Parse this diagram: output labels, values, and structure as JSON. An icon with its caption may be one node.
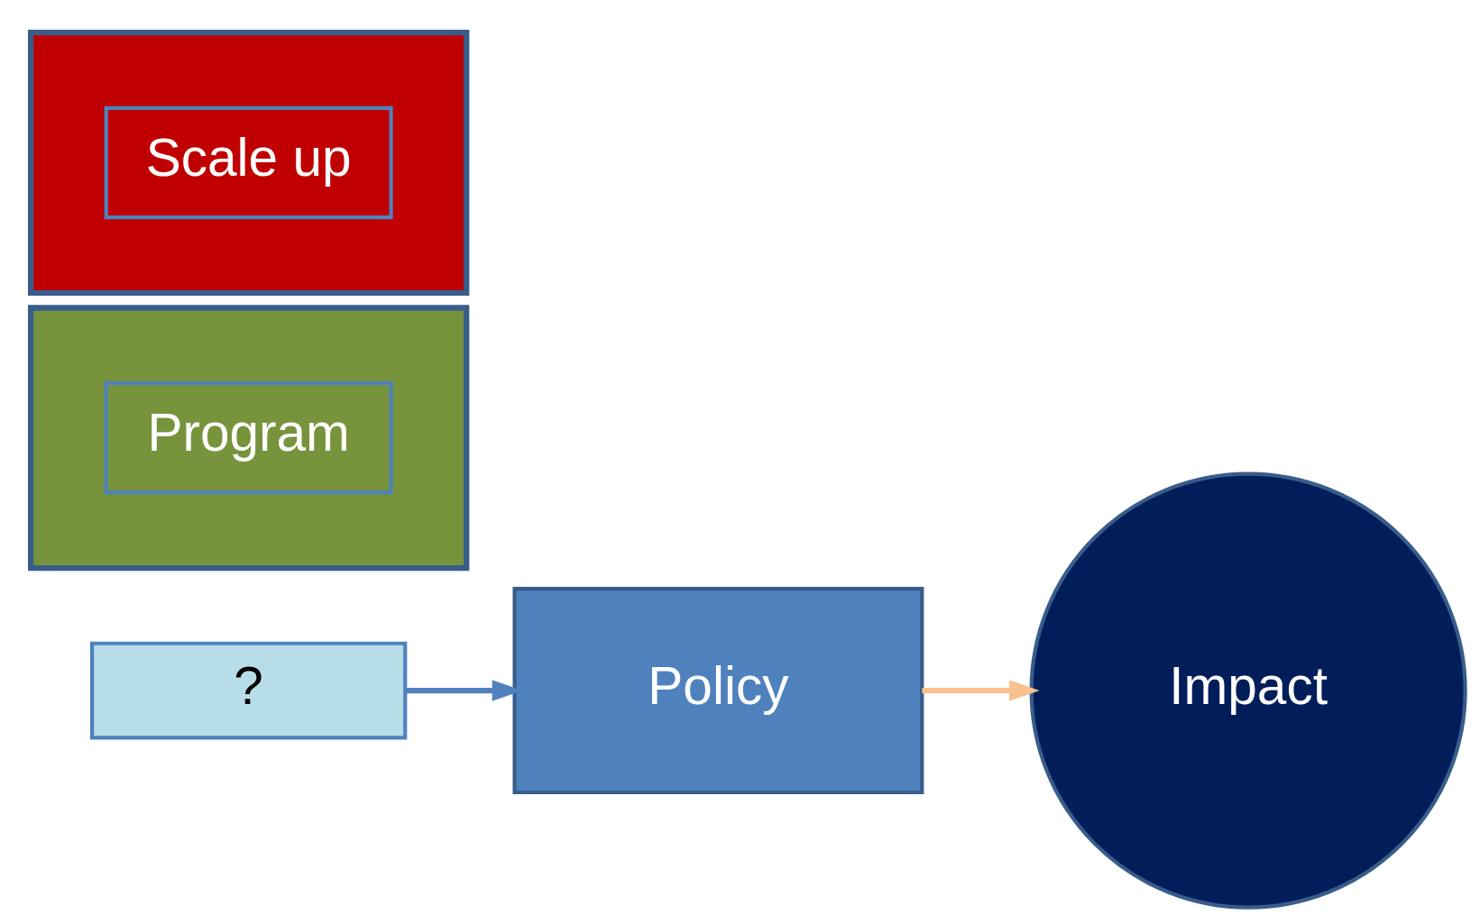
{
  "diagram": {
    "nodes": [
      {
        "text": [
          "?"
        ]
      },
      {
        "text": [
          "Policy"
        ]
      },
      {
        "text": [],
        "shape": "bar"
      },
      {
        "text": [
          "Program"
        ],
        "in": 2
      },
      {
        "text": [],
        "shape": "bar"
      },
      {
        "text": [
          "Scale up"
        ],
        "in": 4
      },
      {
        "text": [
          "Impact"
        ]
      }
    ],
    "edges": [
      {
        "from": 0,
        "to": 1,
        "arrow": "to",
        "color": "#4f81bd"
      },
      {
        "from": 1,
        "to": 6,
        "arrow": "to",
        "color": "#f9c090"
      }
    ]
  }
}
